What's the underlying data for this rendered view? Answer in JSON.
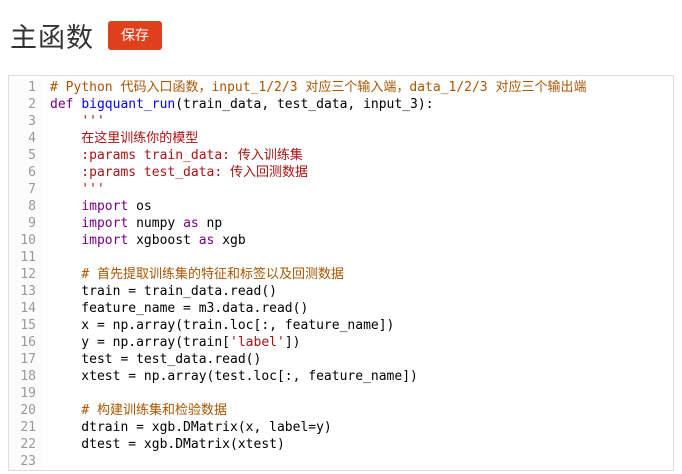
{
  "header": {
    "title": "主函数",
    "save_label": "保存"
  },
  "colors": {
    "save_button_bg": "#df401d",
    "keyword": "#770088",
    "function_def": "#0000ff",
    "string": "#aa1111",
    "comment": "#aa5500",
    "line_number": "#999999"
  },
  "editor": {
    "lines": [
      {
        "num": 1,
        "tokens": [
          [
            "comment",
            "# Python 代码入口函数，input_1/2/3 对应三个输入端，data_1/2/3 对应三个输出端"
          ]
        ]
      },
      {
        "num": 2,
        "tokens": [
          [
            "keyword",
            "def"
          ],
          [
            "plain",
            " "
          ],
          [
            "def",
            "bigquant_run"
          ],
          [
            "plain",
            "(train_data, test_data, input_3):"
          ]
        ]
      },
      {
        "num": 3,
        "tokens": [
          [
            "plain",
            "    "
          ],
          [
            "string",
            "'''"
          ]
        ]
      },
      {
        "num": 4,
        "tokens": [
          [
            "string",
            "    在这里训练你的模型"
          ]
        ]
      },
      {
        "num": 5,
        "tokens": [
          [
            "string",
            "    :params train_data: 传入训练集"
          ]
        ]
      },
      {
        "num": 6,
        "tokens": [
          [
            "string",
            "    :params test_data: 传入回测数据"
          ]
        ]
      },
      {
        "num": 7,
        "tokens": [
          [
            "string",
            "    '''"
          ]
        ]
      },
      {
        "num": 8,
        "tokens": [
          [
            "plain",
            "    "
          ],
          [
            "keyword",
            "import"
          ],
          [
            "plain",
            " os"
          ]
        ]
      },
      {
        "num": 9,
        "tokens": [
          [
            "plain",
            "    "
          ],
          [
            "keyword",
            "import"
          ],
          [
            "plain",
            " numpy "
          ],
          [
            "keyword",
            "as"
          ],
          [
            "plain",
            " np"
          ]
        ]
      },
      {
        "num": 10,
        "tokens": [
          [
            "plain",
            "    "
          ],
          [
            "keyword",
            "import"
          ],
          [
            "plain",
            " xgboost "
          ],
          [
            "keyword",
            "as"
          ],
          [
            "plain",
            " xgb"
          ]
        ]
      },
      {
        "num": 11,
        "tokens": []
      },
      {
        "num": 12,
        "tokens": [
          [
            "plain",
            "    "
          ],
          [
            "comment",
            "# 首先提取训练集的特征和标签以及回测数据"
          ]
        ]
      },
      {
        "num": 13,
        "tokens": [
          [
            "plain",
            "    train = train_data.read()"
          ]
        ]
      },
      {
        "num": 14,
        "tokens": [
          [
            "plain",
            "    feature_name = m3.data.read()"
          ]
        ]
      },
      {
        "num": 15,
        "tokens": [
          [
            "plain",
            "    x = np.array(train.loc[:, feature_name])"
          ]
        ]
      },
      {
        "num": 16,
        "tokens": [
          [
            "plain",
            "    y = np.array(train["
          ],
          [
            "string",
            "'label'"
          ],
          [
            "plain",
            "])"
          ]
        ]
      },
      {
        "num": 17,
        "tokens": [
          [
            "plain",
            "    test = test_data.read()"
          ]
        ]
      },
      {
        "num": 18,
        "tokens": [
          [
            "plain",
            "    xtest = np.array(test.loc[:, feature_name])"
          ]
        ]
      },
      {
        "num": 19,
        "tokens": []
      },
      {
        "num": 20,
        "tokens": [
          [
            "plain",
            "    "
          ],
          [
            "comment",
            "# 构建训练集和检验数据"
          ]
        ]
      },
      {
        "num": 21,
        "tokens": [
          [
            "plain",
            "    dtrain = xgb.DMatrix(x, label=y)"
          ]
        ]
      },
      {
        "num": 22,
        "tokens": [
          [
            "plain",
            "    dtest = xgb.DMatrix(xtest)"
          ]
        ]
      },
      {
        "num": 23,
        "tokens": []
      }
    ]
  }
}
